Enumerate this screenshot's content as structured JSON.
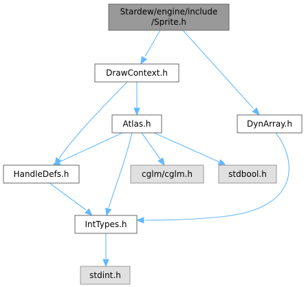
{
  "graph": {
    "colors": {
      "root_fill": "#999999",
      "root_border": "#666666",
      "node_fill": "#ffffff",
      "node_border": "#666666",
      "external_fill": "#e0e0e0",
      "external_border": "#999999",
      "edge": "#63b8ff"
    },
    "nodes": {
      "sprite": {
        "line1": "Stardew/engine/include",
        "line2": "/Sprite.h",
        "kind": "root"
      },
      "drawcontext": {
        "label": "DrawContext.h",
        "kind": "file"
      },
      "dynarray": {
        "label": "DynArray.h",
        "kind": "file"
      },
      "atlas": {
        "label": "Atlas.h",
        "kind": "file"
      },
      "handledefs": {
        "label": "HandleDefs.h",
        "kind": "file"
      },
      "cglm": {
        "label": "cglm/cglm.h",
        "kind": "external"
      },
      "stdbool": {
        "label": "stdbool.h",
        "kind": "external"
      },
      "inttypes": {
        "label": "IntTypes.h",
        "kind": "file"
      },
      "stdint": {
        "label": "stdint.h",
        "kind": "external"
      }
    },
    "edges": [
      {
        "from": "sprite",
        "to": "drawcontext"
      },
      {
        "from": "sprite",
        "to": "dynarray"
      },
      {
        "from": "drawcontext",
        "to": "handledefs"
      },
      {
        "from": "drawcontext",
        "to": "atlas"
      },
      {
        "from": "atlas",
        "to": "handledefs"
      },
      {
        "from": "atlas",
        "to": "inttypes"
      },
      {
        "from": "atlas",
        "to": "cglm"
      },
      {
        "from": "atlas",
        "to": "stdbool"
      },
      {
        "from": "handledefs",
        "to": "inttypes"
      },
      {
        "from": "dynarray",
        "to": "inttypes"
      },
      {
        "from": "inttypes",
        "to": "stdint"
      }
    ]
  }
}
